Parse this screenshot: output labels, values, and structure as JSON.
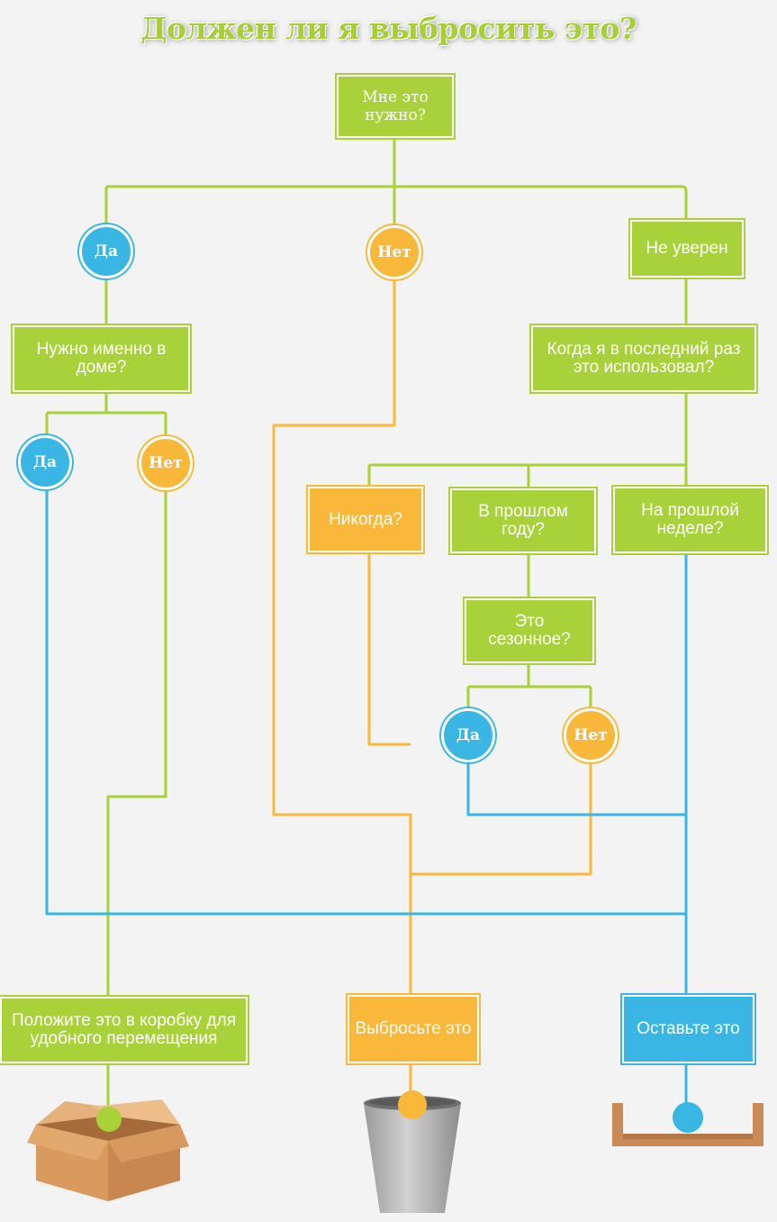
{
  "title": "Должен ли я выбросить это?",
  "colors": {
    "green": "#a9d23a",
    "orange": "#f9b83a",
    "blue": "#3ab6e4",
    "background": "#f3f3f3"
  },
  "nodes": {
    "need_it": "Мне это нужно?",
    "yes_need": "Да",
    "no_need": "Нет",
    "not_sure": "Не уверен",
    "need_at_home": "Нужно именно в доме?",
    "yes_home": "Да",
    "no_home": "Нет",
    "last_used": "Когда я в последний раз это использовал?",
    "never": "Никогда?",
    "last_year": "В прошлом году?",
    "last_week": "На прошлой неделе?",
    "seasonal": "Это сезонное?",
    "yes_seasonal": "Да",
    "no_seasonal": "Нет",
    "box_it": "Положите это в коробку для удобного перемещения",
    "throw_it": "Выбросьте это",
    "keep_it": "Оставьте это"
  },
  "icons": {
    "box": "cardboard-box-icon",
    "bin": "trash-bin-icon",
    "shelf": "shelf-icon"
  }
}
